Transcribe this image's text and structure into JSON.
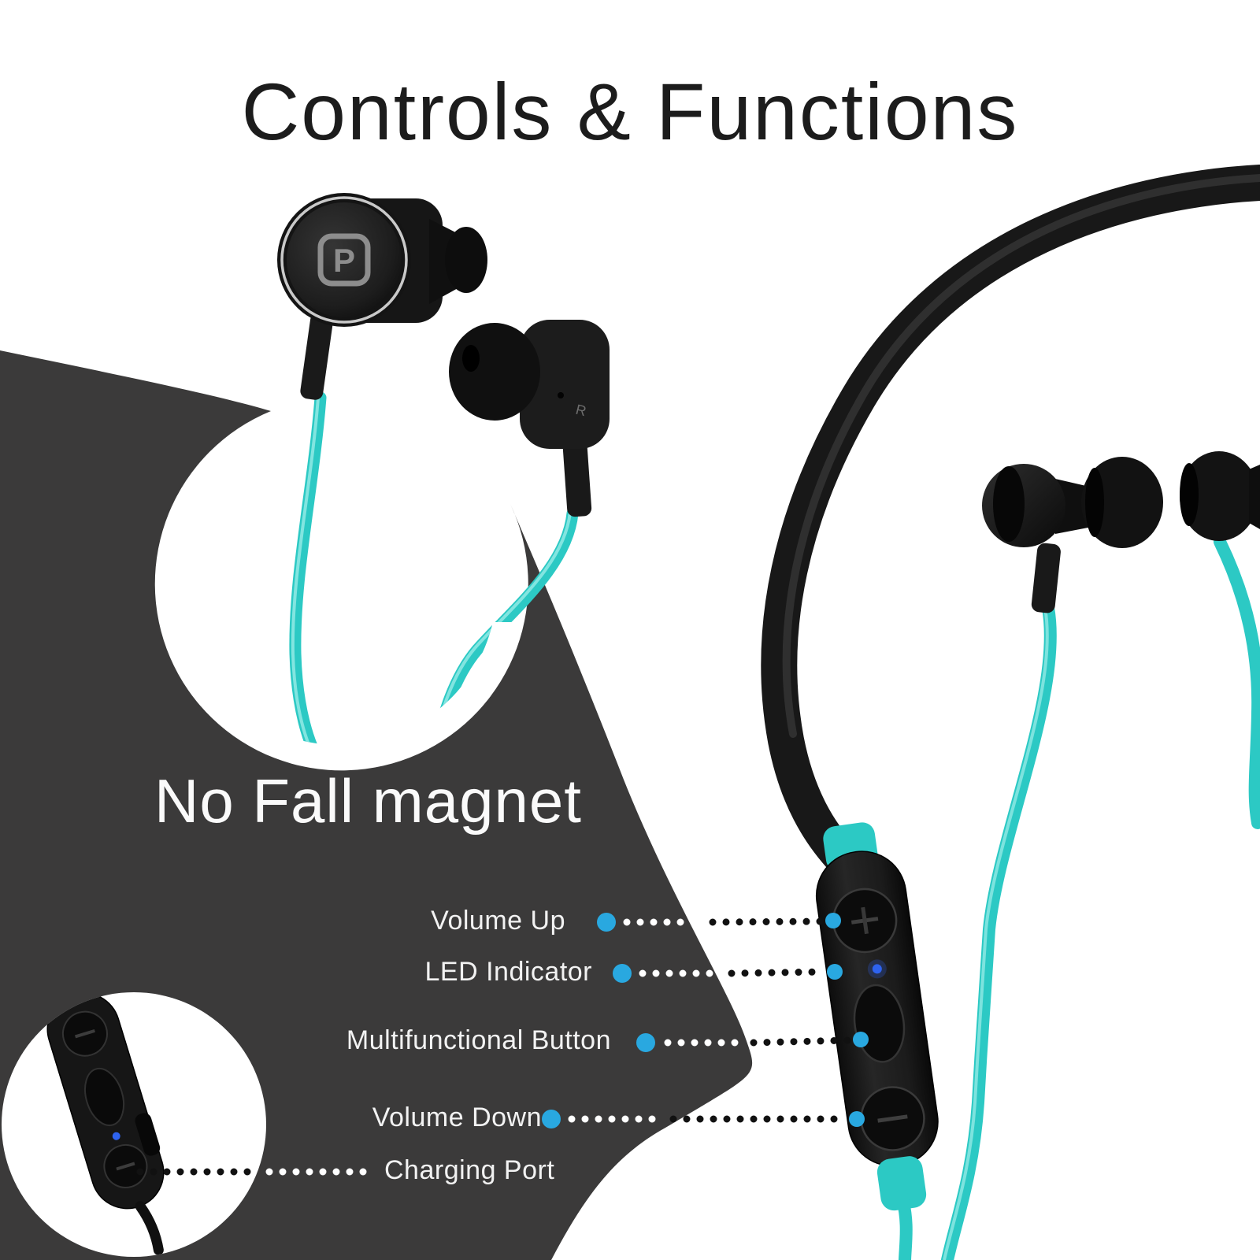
{
  "title": "Controls & Functions",
  "tagline": "No Fall magnet",
  "callouts": {
    "volume_up": "Volume Up",
    "led_indicator": "LED Indicator",
    "multifunctional_button": "Multifunctional Button",
    "volume_down": "Volume Down",
    "charging_port": "Charging Port"
  },
  "earbud": {
    "logo_letter": "P",
    "channel_marking": "R"
  },
  "colors": {
    "accent_teal": "#2CC9C4",
    "accent_blue": "#29A8E0",
    "panel_dark": "#3B3A3A"
  }
}
